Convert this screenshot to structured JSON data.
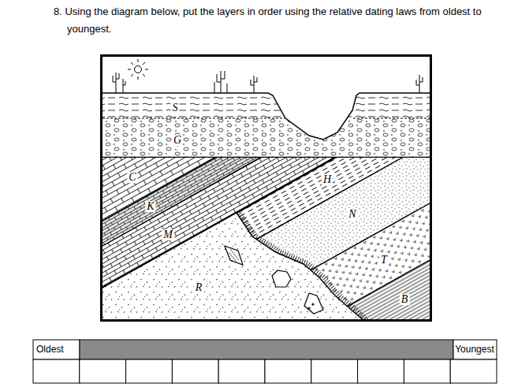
{
  "diagram": {
    "title": "8. Using the diagram below, put the layers in order using the relative dating laws from oldest to youngest.",
    "labels": [
      "S",
      "G",
      "C",
      "K",
      "H",
      "N",
      "M",
      "T",
      "R",
      "B",
      "Oldest",
      "Youngest"
    ]
  }
}
